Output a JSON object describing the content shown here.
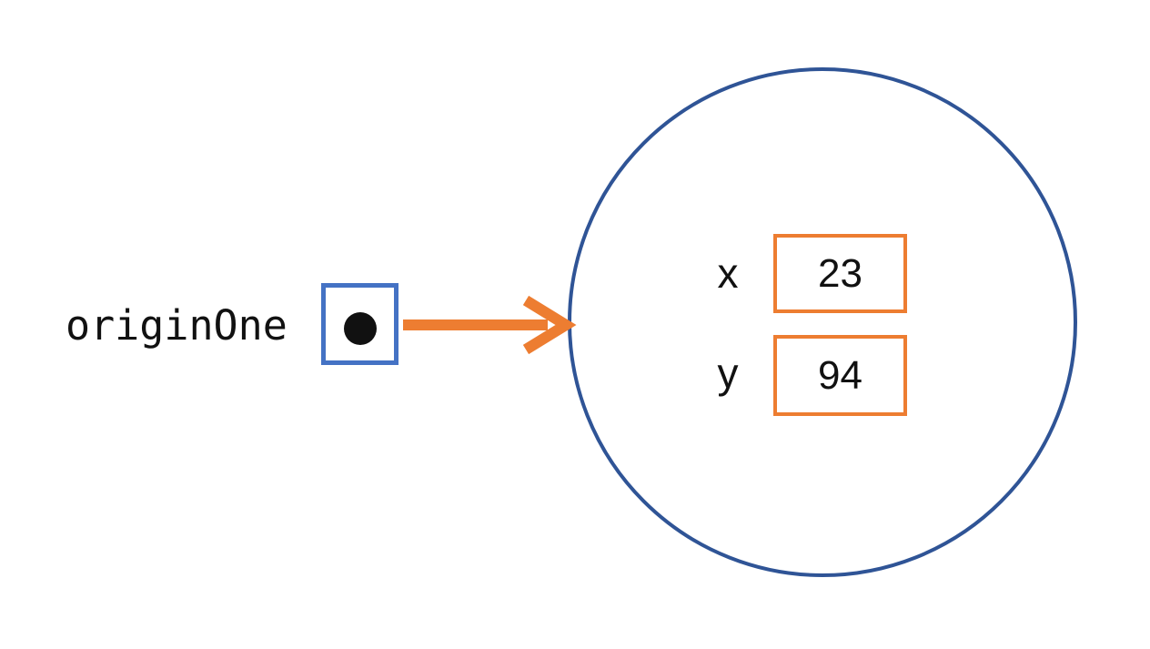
{
  "diagram": {
    "reference": {
      "label": "originOne"
    },
    "object": {
      "shape": "circle",
      "fields": [
        {
          "name": "x",
          "value": "23"
        },
        {
          "name": "y",
          "value": "94"
        }
      ]
    },
    "colors": {
      "pointer_box_blue": "#4472C4",
      "object_circle_blue": "#2F5496",
      "arrow_orange": "#ED7D31",
      "field_box_orange": "#ED7D31",
      "ink": "#111111",
      "background": "#FFFFFF"
    },
    "icons": {
      "reference_dot": "filled-black-circle",
      "pointer_arrow": "right-arrow"
    }
  }
}
